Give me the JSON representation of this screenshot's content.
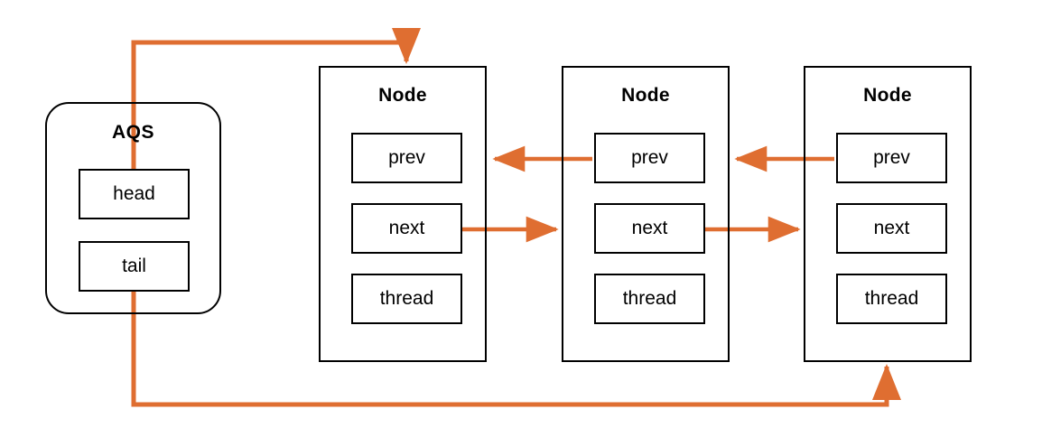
{
  "diagram": {
    "title": "AQS node queue diagram",
    "colors": {
      "edge": "#DF6E31",
      "stroke": "#000000",
      "background": "#FFFFFF"
    },
    "aqs": {
      "label": "AQS",
      "fields": [
        {
          "label": "head"
        },
        {
          "label": "tail"
        }
      ]
    },
    "nodes": [
      {
        "label": "Node",
        "fields": [
          {
            "label": "prev"
          },
          {
            "label": "next"
          },
          {
            "label": "thread"
          }
        ]
      },
      {
        "label": "Node",
        "fields": [
          {
            "label": "prev"
          },
          {
            "label": "next"
          },
          {
            "label": "thread"
          }
        ]
      },
      {
        "label": "Node",
        "fields": [
          {
            "label": "prev"
          },
          {
            "label": "next"
          },
          {
            "label": "thread"
          }
        ]
      }
    ],
    "edges": [
      {
        "name": "head-to-node1",
        "from": "AQS.head",
        "to": "Node1",
        "style": "orthogonal",
        "arrow": "end"
      },
      {
        "name": "tail-to-node3",
        "from": "AQS.tail",
        "to": "Node3",
        "style": "orthogonal",
        "arrow": "end"
      },
      {
        "name": "node1-next-to-node2",
        "from": "Node1.next",
        "to": "Node2",
        "style": "straight",
        "arrow": "end"
      },
      {
        "name": "node2-next-to-node3",
        "from": "Node2.next",
        "to": "Node3",
        "style": "straight",
        "arrow": "end"
      },
      {
        "name": "node2-prev-to-node1",
        "from": "Node2.prev",
        "to": "Node1",
        "style": "straight",
        "arrow": "end"
      },
      {
        "name": "node3-prev-to-node2",
        "from": "Node3.prev",
        "to": "Node2",
        "style": "straight",
        "arrow": "end"
      }
    ]
  }
}
